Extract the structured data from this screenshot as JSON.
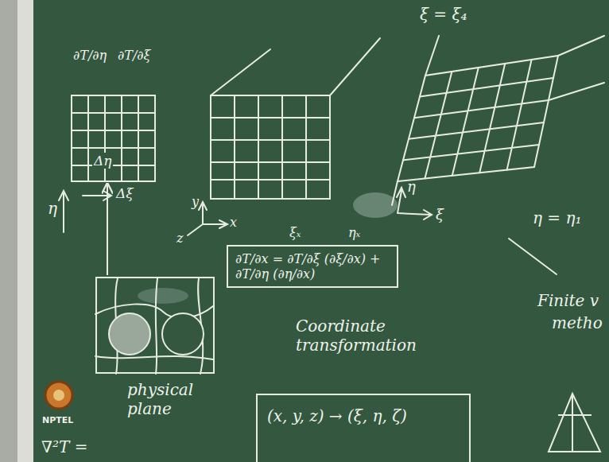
{
  "diagram": {
    "nodes": [
      {
        "text": [
          "Δη"
        ]
      },
      {
        "text": [
          "physical plane"
        ]
      },
      {
        "text": [
          "∂T/∂x = ∂T/∂ξ (∂ξ/∂x) + ∂T/∂η (∂η/∂x)"
        ]
      },
      {
        "text": [
          "(x, y, z) → (ξ, η, ζ)"
        ]
      }
    ],
    "edges": [
      {
        "from": 1,
        "to": 0,
        "arrow": "to"
      }
    ],
    "labels": [
      "∂T/∂η",
      "∂T/∂ξ",
      "η",
      "Δξ",
      "y",
      "x",
      "z",
      "ξ = ξ₄",
      "ξₓ",
      "ηₓ",
      "η",
      "ξ",
      "η = η₁",
      "Coordinate transformation",
      "Finite v",
      "metho",
      "∇²T =",
      "NPTEL"
    ]
  }
}
